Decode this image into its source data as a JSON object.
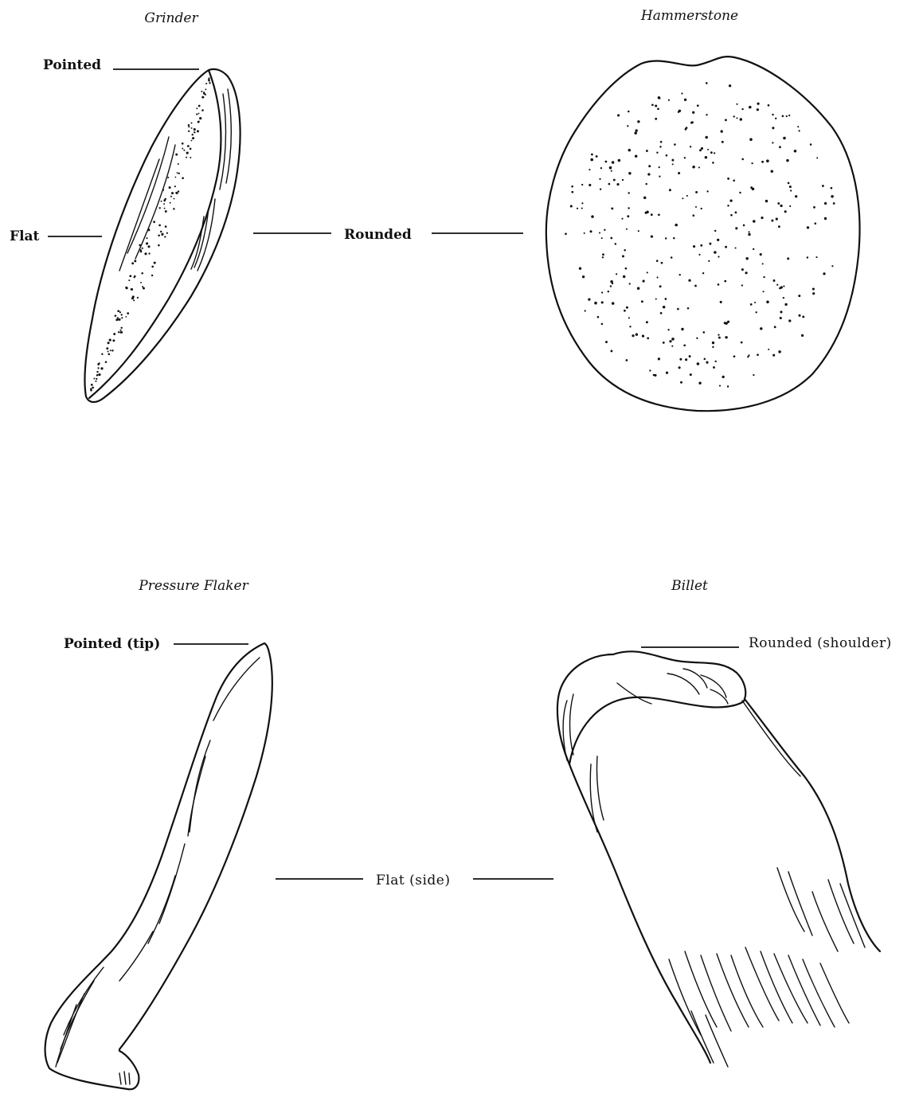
{
  "figures": {
    "grinder": {
      "caption": "Grinder",
      "labels": {
        "pointed": "Pointed",
        "flat": "Flat"
      }
    },
    "hammerstone": {
      "caption": "Hammerstone"
    },
    "pressure_flaker": {
      "caption": "Pressure Flaker",
      "labels": {
        "pointed_tip": "Pointed (tip)"
      }
    },
    "billet": {
      "caption": "Billet",
      "labels": {
        "rounded_shoulder": "Rounded (shoulder)"
      }
    }
  },
  "shared_labels": {
    "rounded": "Rounded",
    "flat_side": "Flat (side)"
  }
}
